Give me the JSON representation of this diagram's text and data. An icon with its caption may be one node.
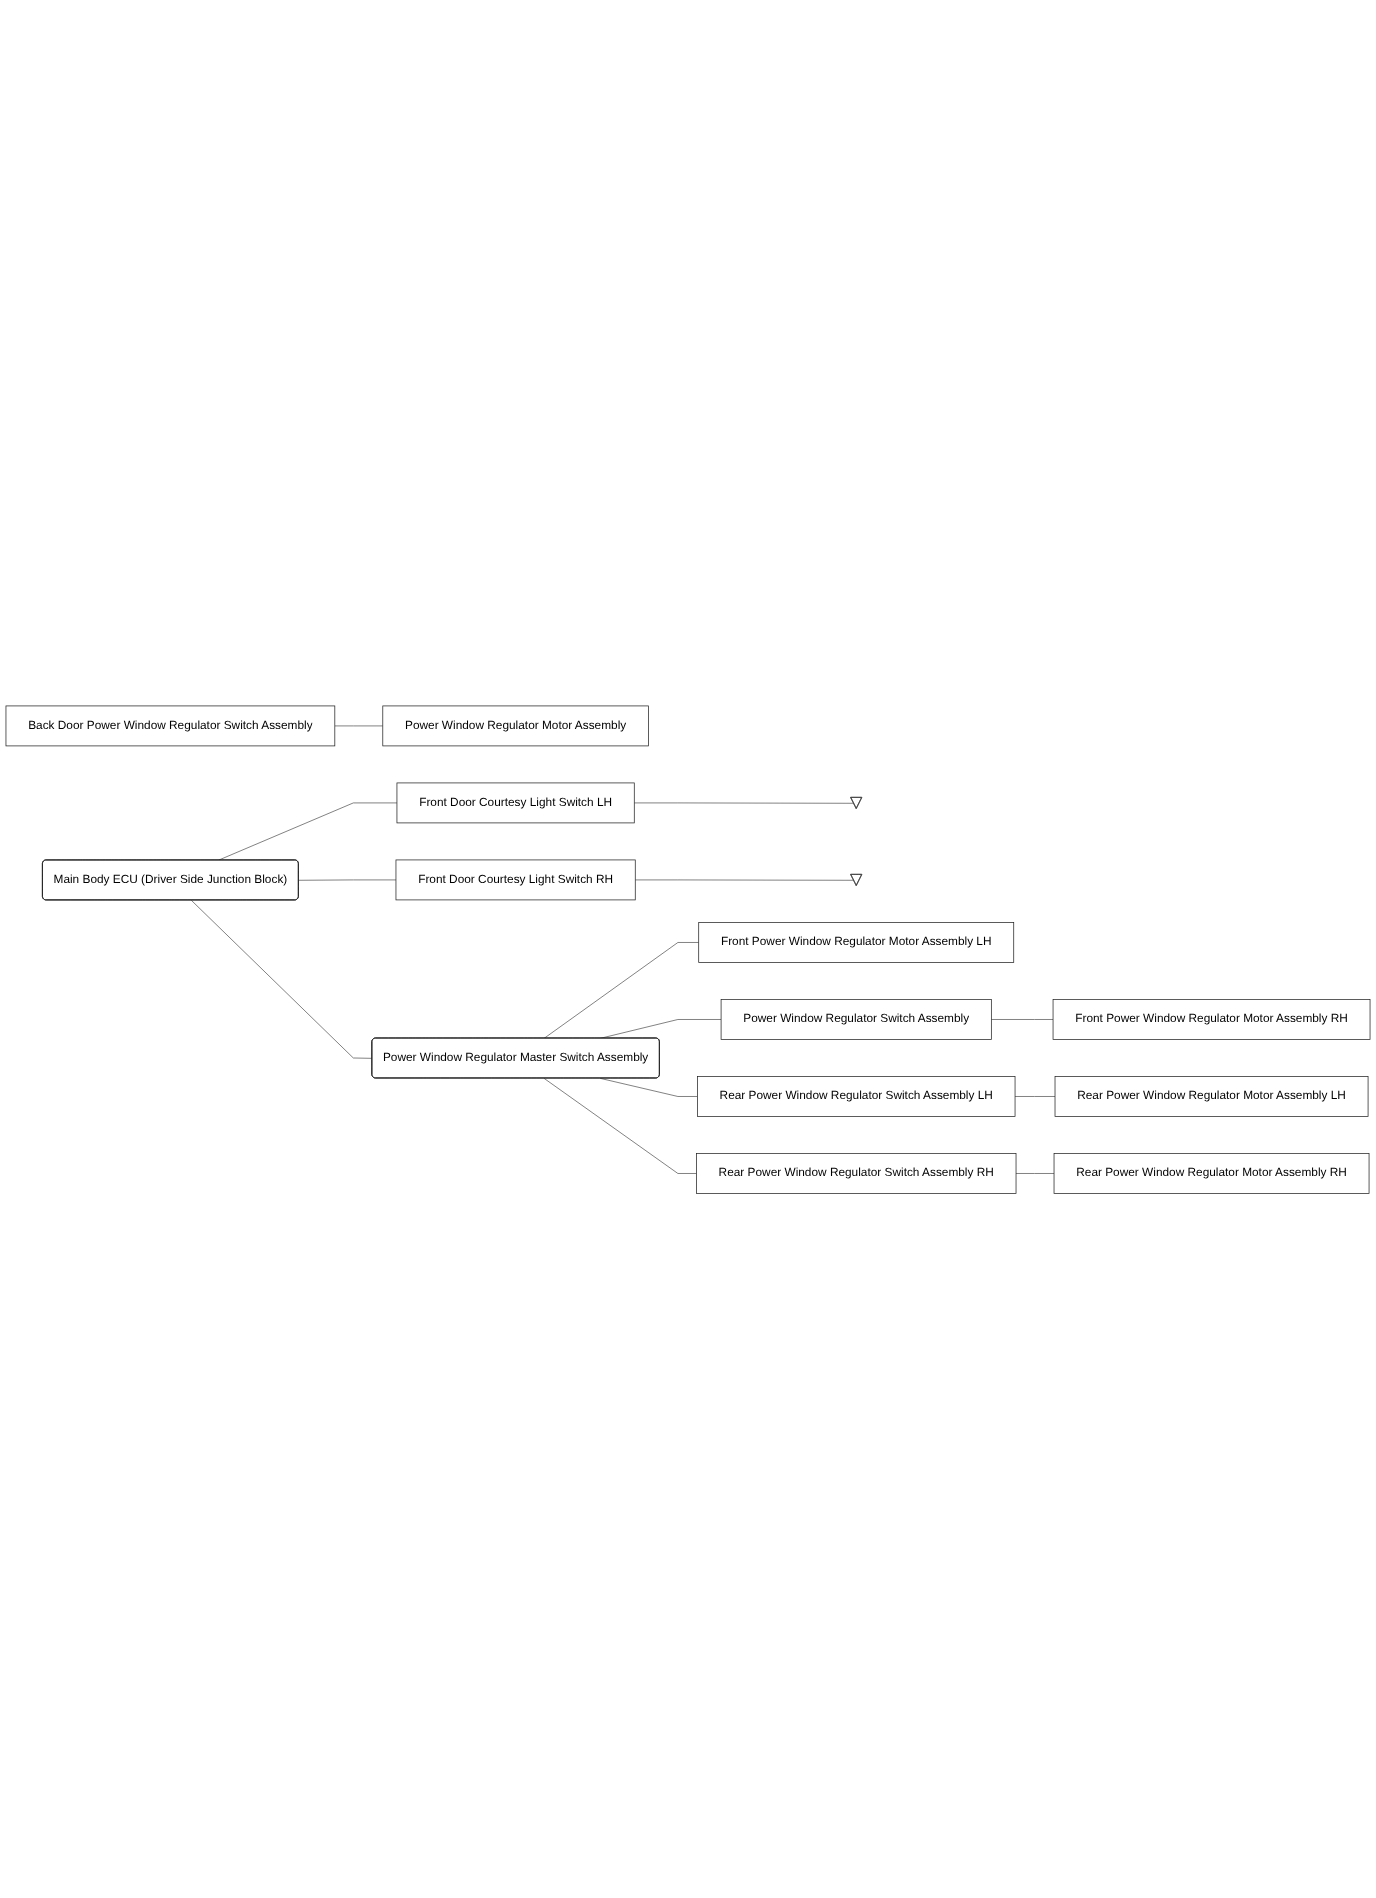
{
  "diagram": {
    "nodes": [
      {
        "text": [
          "Main Body ECU (Driver Side Junction Block)"
        ]
      },
      {
        "text": [
          "Front Door Courtesy Light Switch LH"
        ]
      },
      {
        "text": [],
        "shape": "ground"
      },
      {
        "text": [
          "Front Door Courtesy Light Switch RH"
        ]
      },
      {
        "text": [],
        "shape": "ground"
      },
      {
        "text": [
          "Power Window Regulator Master Switch Assembly"
        ]
      },
      {
        "text": [
          "Front Power Window Regulator Motor Assembly LH"
        ]
      },
      {
        "text": [
          "Power Window Regulator Switch Assembly"
        ]
      },
      {
        "text": [
          "Front Power Window Regulator Motor Assembly RH"
        ]
      },
      {
        "text": [
          "Rear Power Window Regulator Switch Assembly LH"
        ]
      },
      {
        "text": [
          "Rear Power Window Regulator Motor Assembly LH"
        ]
      },
      {
        "text": [
          "Rear Power Window Regulator Switch Assembly RH"
        ]
      },
      {
        "text": [
          "Rear Power Window Regulator Motor Assembly RH"
        ]
      },
      {
        "text": [
          "Back Door Power Window Regulator Switch Assembly"
        ]
      },
      {
        "text": [
          "Power Window Regulator Motor Assembly"
        ]
      }
    ],
    "edges": [
      {
        "from": 0,
        "to": 1,
        "arrow": "none"
      },
      {
        "from": 1,
        "to": 2,
        "arrow": "none"
      },
      {
        "from": 0,
        "to": 3,
        "arrow": "none"
      },
      {
        "from": 3,
        "to": 4,
        "arrow": "none"
      },
      {
        "from": 0,
        "to": 5,
        "arrow": "none"
      },
      {
        "from": 5,
        "to": 6,
        "arrow": "none"
      },
      {
        "from": 5,
        "to": 7,
        "arrow": "none"
      },
      {
        "from": 7,
        "to": 8,
        "arrow": "none"
      },
      {
        "from": 5,
        "to": 9,
        "arrow": "none"
      },
      {
        "from": 9,
        "to": 10,
        "arrow": "none"
      },
      {
        "from": 5,
        "to": 11,
        "arrow": "none"
      },
      {
        "from": 11,
        "to": 12,
        "arrow": "none"
      },
      {
        "from": 13,
        "to": 14,
        "arrow": "none"
      }
    ]
  }
}
